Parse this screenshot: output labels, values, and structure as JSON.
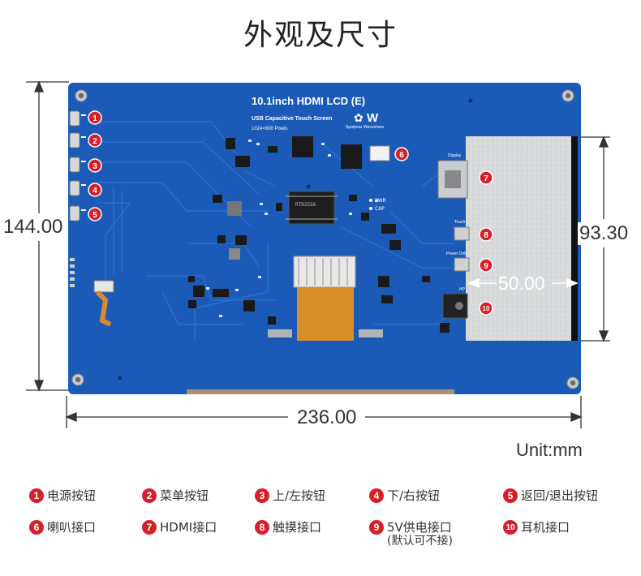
{
  "title": "外观及尺寸",
  "board": {
    "model": "10.1inch HDMI LCD (E)",
    "subtitle": "USB Capacitive Touch Screen",
    "resolution": "1024×600 Pixels",
    "brand_left": "Spotpear",
    "brand_right": "Waveshare",
    "chip_text": "RTD2556",
    "pwr_label": "PWR",
    "cap_label": "CAP",
    "port_labels": {
      "display": "Display",
      "touch": "Touch",
      "power": "Power Only",
      "hp": "HP"
    },
    "colors": {
      "pcb": "#1b5bb7",
      "pcb_dark": "#123f86",
      "badge": "#d4202a"
    }
  },
  "dimensions": {
    "height": "144.00",
    "width": "236.00",
    "display_height": "93.30",
    "display_width": "50.00",
    "unit": "Unit:mm"
  },
  "callouts": [
    "1",
    "2",
    "3",
    "4",
    "5",
    "6",
    "7",
    "8",
    "9",
    "10"
  ],
  "legend": [
    {
      "num": "1",
      "label": "电源按钮"
    },
    {
      "num": "2",
      "label": "菜单按钮"
    },
    {
      "num": "3",
      "label": "上/左按钮"
    },
    {
      "num": "4",
      "label": "下/右按钮"
    },
    {
      "num": "5",
      "label": "返回/退出按钮"
    },
    {
      "num": "6",
      "label": "喇叭接口"
    },
    {
      "num": "7",
      "label": "HDMI接口"
    },
    {
      "num": "8",
      "label": "触摸接口"
    },
    {
      "num": "9",
      "label": "5V供电接口",
      "note": "(默认可不接)"
    },
    {
      "num": "10",
      "label": "耳机接口"
    }
  ]
}
